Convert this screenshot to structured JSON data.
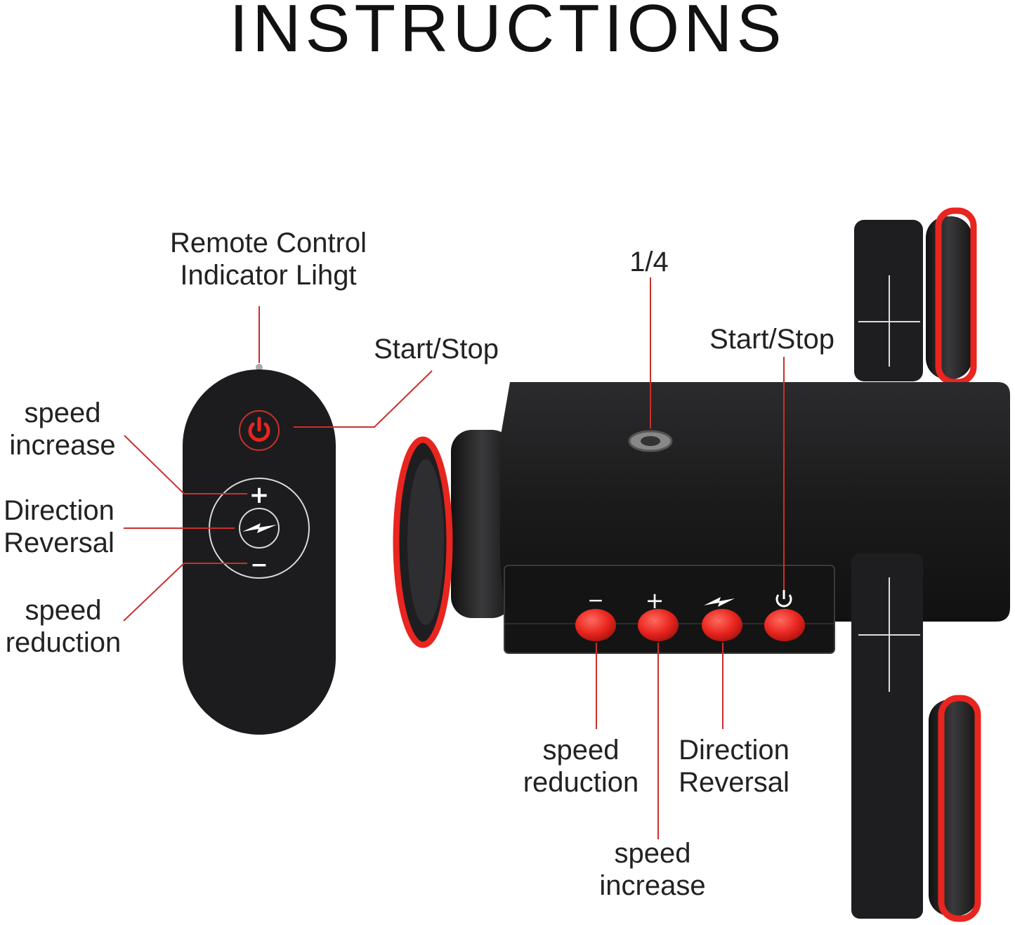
{
  "title": "INSTRUCTIONS",
  "remote": {
    "indicator_label_line1": "Remote Control",
    "indicator_label_line2": "Indicator Lihgt",
    "start_stop": "Start/Stop",
    "speed_increase_line1": "speed",
    "speed_increase_line2": "increase",
    "direction_line1": "Direction",
    "direction_line2": "Reversal",
    "speed_reduction_line1": "speed",
    "speed_reduction_line2": "reduction",
    "plus_symbol": "+",
    "minus_symbol": "−"
  },
  "dolly": {
    "mount_label": "1/4",
    "start_stop": "Start/Stop",
    "speed_reduction_line1": "speed",
    "speed_reduction_line2": "reduction",
    "speed_increase_line1": "speed",
    "speed_increase_line2": "increase",
    "direction_line1": "Direction",
    "direction_line2": "Reversal",
    "button_symbols": [
      "−",
      "+",
      "◄",
      "⏻"
    ]
  },
  "colors": {
    "accent_red": "#e8251f",
    "leader_line": "#c9302c",
    "body_black": "#1c1c1e",
    "text": "#222222"
  }
}
